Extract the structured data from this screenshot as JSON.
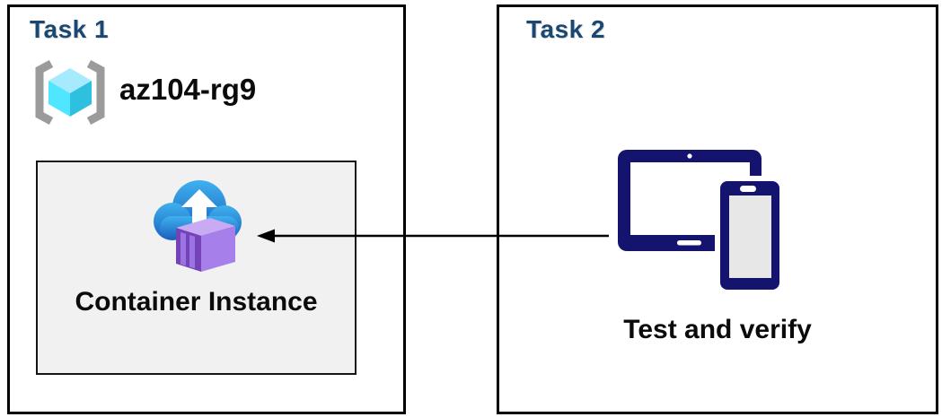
{
  "diagram": {
    "task1": {
      "title": "Task 1",
      "resource_group_name": "az104-rg9",
      "container_card_label": "Container Instance"
    },
    "task2": {
      "title": "Task 2",
      "devices_label": "Test and verify"
    },
    "connection": {
      "from": "test-and-verify-devices",
      "to": "container-instance",
      "direction": "right-to-left"
    },
    "icons": {
      "resource_group": "resource-group-icon",
      "container_instance": "container-instance-icon",
      "devices": "tablet-and-phone-icon",
      "arrow": "left-arrowhead"
    },
    "colors": {
      "task_title_blue": "#1B4872",
      "box_border": "#000000",
      "card_background": "#F1F1F1",
      "device_navy": "#14146E",
      "cloud_blue_top": "#3FB1EE",
      "cloud_blue_bottom": "#1A5FBE",
      "container_purple_left": "#7443B8",
      "container_purple_right": "#A77FEB",
      "container_purple_top": "#C9ABF3",
      "cube_cyan_top": "#A5EBFD",
      "cube_cyan_left": "#50E6FF",
      "cube_cyan_right": "#2EC0DF",
      "bracket_gray": "#9B9B9B",
      "label_black": "#0B0B0B"
    }
  }
}
